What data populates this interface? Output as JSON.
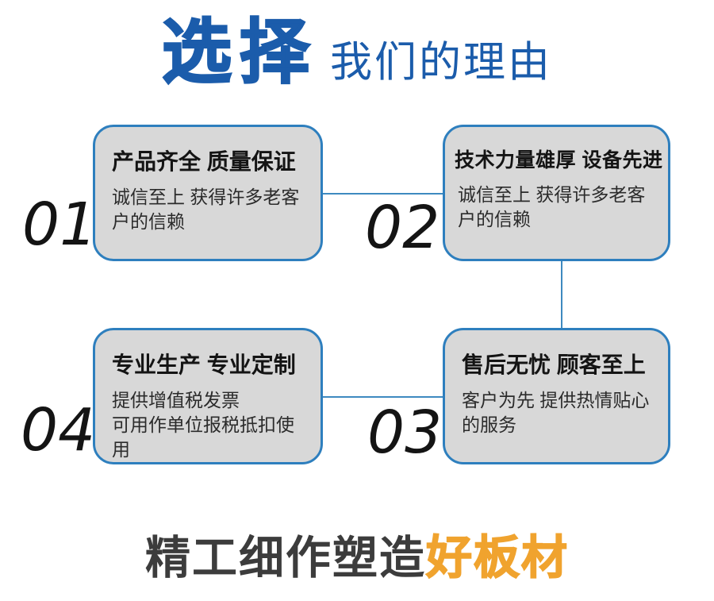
{
  "header": {
    "title_strong": "选择",
    "title_rest": "我们的理由"
  },
  "colors": {
    "title_blue": "#1b5cab",
    "box_border_blue": "#2e7fbe",
    "box_fill_gray": "#d8d8d8",
    "connector_blue": "#3e8ac0",
    "footer_dark": "#3c3c3c",
    "footer_orange": "#f0a32e"
  },
  "boxes": [
    {
      "number": "01",
      "title": "产品齐全 质量保证",
      "desc": "诚信至上 获得许多老客户的信赖"
    },
    {
      "number": "02",
      "title": "技术力量雄厚 设备先进",
      "desc": "诚信至上 获得许多老客户的信赖"
    },
    {
      "number": "03",
      "title": "售后无忧 顾客至上",
      "desc": "客户为先 提供热情贴心的服务"
    },
    {
      "number": "04",
      "title": "专业生产 专业定制",
      "desc": "提供增值税发票\n可用作单位报税抵扣使用"
    }
  ],
  "footer": {
    "text_dark": "精工细作塑造",
    "text_orange": "好板材"
  }
}
